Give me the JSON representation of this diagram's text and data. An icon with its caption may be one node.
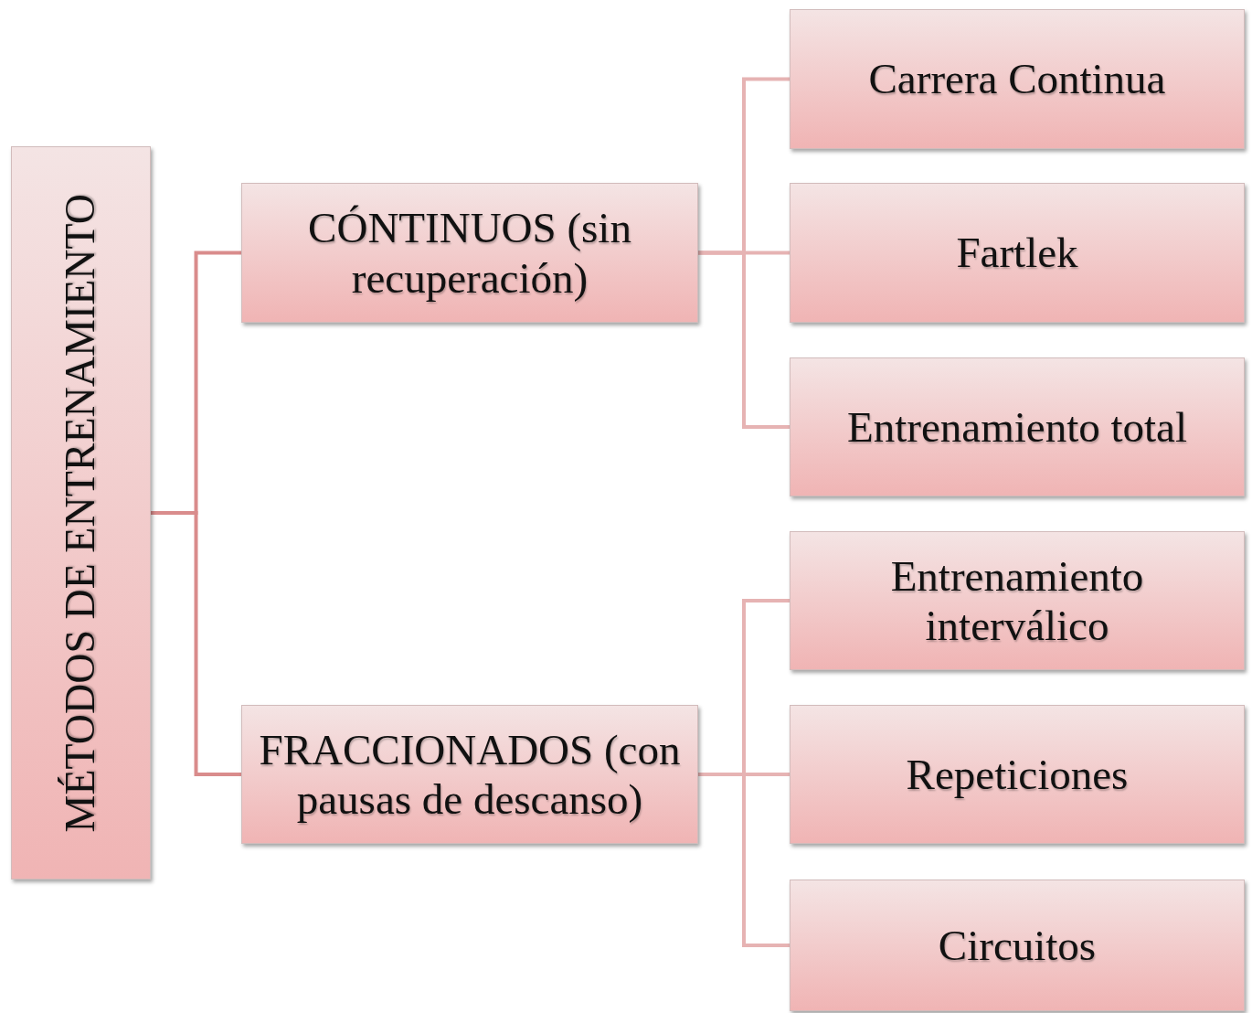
{
  "diagram": {
    "nodes": [
      {
        "text": [
          "MÉTODOS DE ENTRENAMIENTO"
        ]
      },
      {
        "text": [
          "CÓNTINUOS (sin recuperación)"
        ]
      },
      {
        "text": [
          "Carrera Continua"
        ]
      },
      {
        "text": [
          "Fartlek"
        ]
      },
      {
        "text": [
          "Entrenamiento total"
        ]
      },
      {
        "text": [
          "FRACCIONADOS (con pausas de descanso)"
        ]
      },
      {
        "text": [
          "Entrenamiento interválico"
        ]
      },
      {
        "text": [
          "Repeticiones"
        ]
      },
      {
        "text": [
          "Circuitos"
        ]
      }
    ],
    "edges": [
      {
        "from": 0,
        "to": 1,
        "arrow": "none",
        "color": "#d98c8c"
      },
      {
        "from": 0,
        "to": 5,
        "arrow": "none",
        "color": "#d98c8c"
      },
      {
        "from": 1,
        "to": 2,
        "arrow": "none"
      },
      {
        "from": 1,
        "to": 3,
        "arrow": "none"
      },
      {
        "from": 1,
        "to": 4,
        "arrow": "none"
      },
      {
        "from": 5,
        "to": 6,
        "arrow": "none"
      },
      {
        "from": 5,
        "to": 7,
        "arrow": "none"
      },
      {
        "from": 5,
        "to": 8,
        "arrow": "none"
      }
    ]
  }
}
